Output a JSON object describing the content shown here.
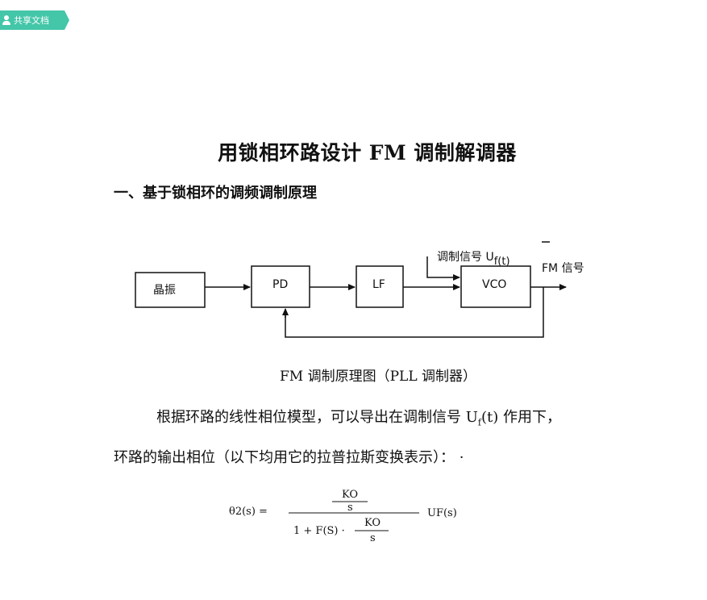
{
  "badge": {
    "label": "共享文档",
    "icon": "user-icon"
  },
  "title": "用锁相环路设计 FM 调制解调器",
  "section_heading": "一、基于锁相环的调频调制原理",
  "diagram": {
    "blocks": [
      "晶振",
      "PD",
      "LF",
      "VCO"
    ],
    "input_label_main": "调制信号 U",
    "input_label_sub": "f(t)",
    "output_label": "FM 信号"
  },
  "caption": "FM 调制原理图（PLL 调制器）",
  "paragraph1": "根据环路的线性相位模型，可以导出在调制信号 U",
  "paragraph1_sub": "f",
  "paragraph1_end": "(t) 作用下，",
  "paragraph2": "环路的输出相位（以下均用它的拉普拉斯变换表示）：",
  "formula": {
    "lhs": "θ2(s) =",
    "num_top": "KO",
    "num_bottom": "s",
    "den_prefix": "1 + F(S) ·",
    "den_top": "KO",
    "den_bottom": "s",
    "rhs": "UF(s)"
  }
}
